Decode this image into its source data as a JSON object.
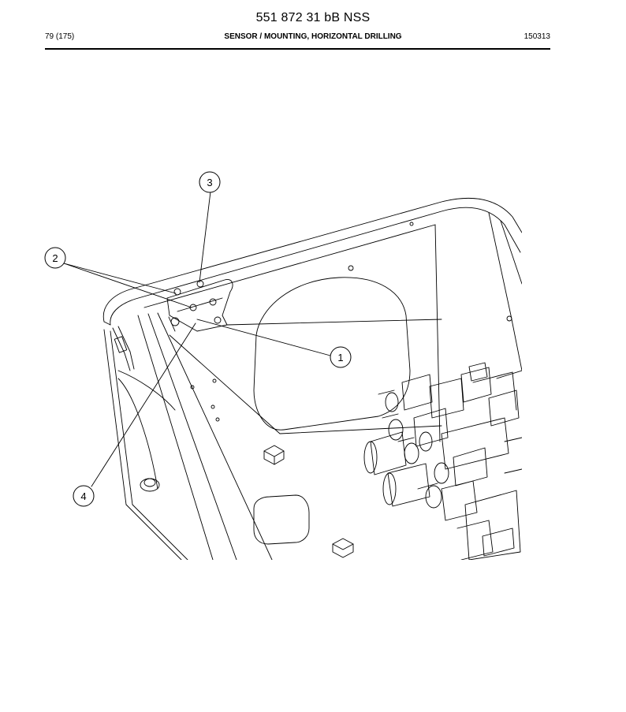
{
  "header": {
    "doc_number": "551 872 31 bB NSS",
    "page_ref": "79 (175)",
    "section_title": "SENSOR / MOUNTING, HORIZONTAL DRILLING",
    "date_code": "150313"
  },
  "callouts": [
    {
      "label": "1"
    },
    {
      "label": "2"
    },
    {
      "label": "3"
    },
    {
      "label": "4"
    }
  ]
}
